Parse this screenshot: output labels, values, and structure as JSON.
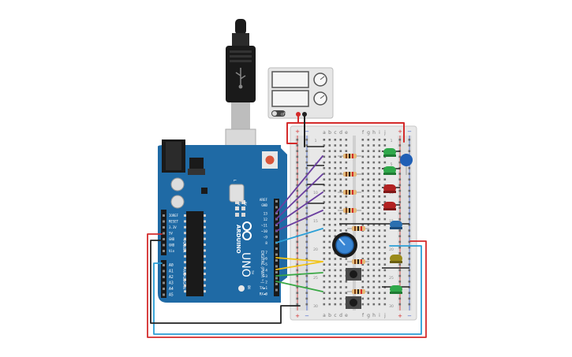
{
  "arduino": {
    "brand": "ARDUINO",
    "model": "UNO",
    "tm": "TM",
    "section_power": "POWER",
    "section_analog": "ANALOG IN",
    "section_digital": "DIGITAL (PWM ~)",
    "on_label": "ON",
    "aref": "AREF",
    "gnd": "GND",
    "tx": "TX",
    "rx": "RX",
    "tx_pin": "TX▶1",
    "rx_pin": "RX◀0",
    "l_label": "L",
    "digital_pins": [
      "13",
      "12",
      "~11",
      "~10",
      "~9",
      "8",
      "7",
      "~6",
      "~5",
      "4",
      "~3",
      "2"
    ],
    "power_pins": [
      "IOREF",
      "RESET",
      "3.3V",
      "5V",
      "GND",
      "GND",
      "Vin"
    ],
    "analog_pins": [
      "A0",
      "A1",
      "A2",
      "A3",
      "A4",
      "A5"
    ]
  },
  "breadboard": {
    "columns_left": [
      "a",
      "b",
      "c",
      "d",
      "e"
    ],
    "columns_right": [
      "f",
      "g",
      "h",
      "i",
      "j"
    ],
    "row_numbers": [
      "1",
      "5",
      "10",
      "15",
      "20",
      "25",
      "30"
    ],
    "plus": "+",
    "minus": "−"
  },
  "power_supply": {
    "button_label": "off"
  },
  "colors": {
    "board": "#1f6aa5",
    "breadboard": "#e8e8e8",
    "wire_red": "#d42b2b",
    "wire_black": "#222222",
    "wire_purple": "#6b3fa0",
    "wire_blue": "#2a9fd6",
    "wire_yellow": "#f2c417",
    "wire_green": "#3aa845"
  }
}
